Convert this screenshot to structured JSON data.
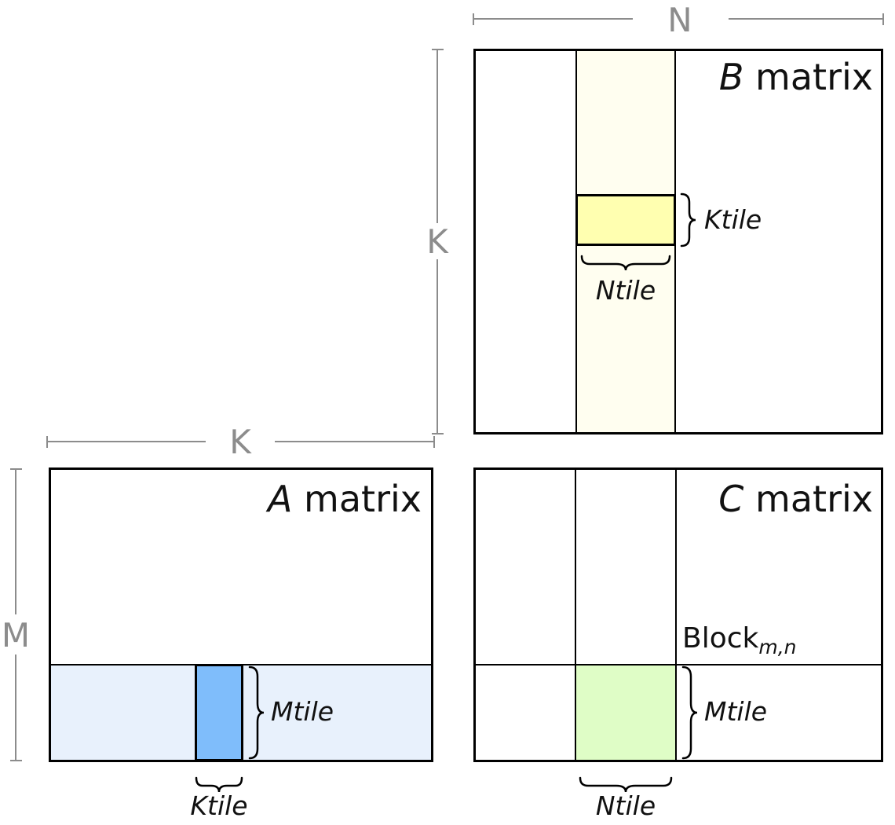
{
  "colors": {
    "dim_gray": "#8c8c8c",
    "border_black": "#000000",
    "b_strip_ivory": "#fffef0",
    "b_tile_yellow": "#ffffb0",
    "a_strip_lightblue": "#e8f1fc",
    "a_tile_blue": "#7fbdfb",
    "c_tile_green": "#dffdc6"
  },
  "b_matrix": {
    "title_letter": "B",
    "title_word": "matrix",
    "dim_top": "N",
    "dim_side": "K",
    "ktile_label": "Ktile",
    "ntile_label": "Ntile"
  },
  "a_matrix": {
    "title_letter": "A",
    "title_word": "matrix",
    "dim_top": "K",
    "dim_side": "M",
    "mtile_label": "Mtile",
    "ktile_label": "Ktile"
  },
  "c_matrix": {
    "title_letter": "C",
    "title_word": "matrix",
    "block_word": "Block",
    "block_sub": "m,n",
    "mtile_label": "Mtile",
    "ntile_label": "Ntile"
  }
}
